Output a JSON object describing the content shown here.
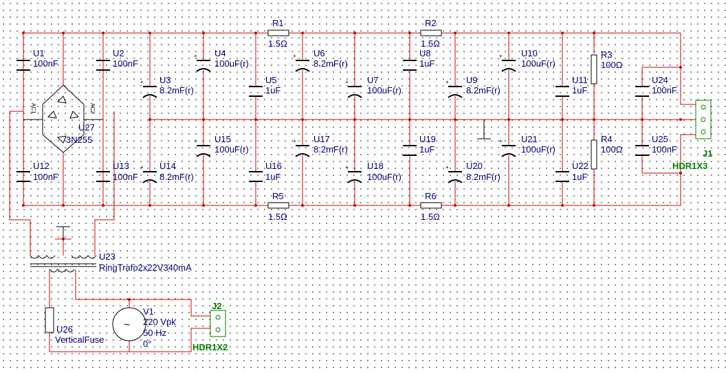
{
  "components": {
    "U1": {
      "ref": "U1",
      "value": "100nF"
    },
    "U2": {
      "ref": "U2",
      "value": "100nF"
    },
    "U3": {
      "ref": "U3",
      "value": "8.2mF(r)"
    },
    "U4": {
      "ref": "U4",
      "value": "100uF(r)"
    },
    "U5": {
      "ref": "U5",
      "value": "1uF"
    },
    "U6": {
      "ref": "U6",
      "value": "8.2mF(r)"
    },
    "U7": {
      "ref": "U7",
      "value": "100uF(r)"
    },
    "U8": {
      "ref": "U8",
      "value": "1uF"
    },
    "U9": {
      "ref": "U9",
      "value": "8.2mF(r)"
    },
    "U10": {
      "ref": "U10",
      "value": "100uF(r)"
    },
    "U11": {
      "ref": "U11",
      "value": "1uF"
    },
    "U12": {
      "ref": "U12",
      "value": "100nF"
    },
    "U13": {
      "ref": "U13",
      "value": "100nF"
    },
    "U14": {
      "ref": "U14",
      "value": "8.2mF(r)"
    },
    "U15": {
      "ref": "U15",
      "value": "100uF(r)"
    },
    "U16": {
      "ref": "U16",
      "value": "1uF"
    },
    "U17": {
      "ref": "U17",
      "value": "8.2mF(r)"
    },
    "U18": {
      "ref": "U18",
      "value": "100uF(r)"
    },
    "U19": {
      "ref": "U19",
      "value": "1uF"
    },
    "U20": {
      "ref": "U20",
      "value": "8.2mF(r)"
    },
    "U21": {
      "ref": "U21",
      "value": "100uF(r)"
    },
    "U22": {
      "ref": "U22",
      "value": "1uF"
    },
    "U24": {
      "ref": "U24",
      "value": "100nF"
    },
    "U25": {
      "ref": "U25",
      "value": "100nF"
    },
    "R1": {
      "ref": "R1",
      "value": "1.5Ω"
    },
    "R2": {
      "ref": "R2",
      "value": "1.5Ω"
    },
    "R3": {
      "ref": "R3",
      "value": "100Ω"
    },
    "R4": {
      "ref": "R4",
      "value": "100Ω"
    },
    "R5": {
      "ref": "R5",
      "value": "1.5Ω"
    },
    "R6": {
      "ref": "R6",
      "value": "1.5Ω"
    },
    "U27": {
      "ref": "U27",
      "value": "3N255",
      "pin_ac1": "AC1",
      "pin_ac2": "AC2"
    },
    "U23": {
      "ref": "U23",
      "value": "RingTrafo2x22V340mA"
    },
    "U26": {
      "ref": "U26",
      "value": "VerticalFuse"
    },
    "V1": {
      "ref": "V1",
      "amplitude": "220 Vpk",
      "frequency": "50 Hz",
      "phase": "0°",
      "symbol": "~"
    },
    "J1": {
      "ref": "J1",
      "value": "HDR1X3"
    },
    "J2": {
      "ref": "J2",
      "value": "HDR1X2"
    }
  },
  "colors": {
    "wire": "#d40000",
    "component": "#000000",
    "label": "#000080",
    "connector": "#008000",
    "source": "#0000cc"
  }
}
